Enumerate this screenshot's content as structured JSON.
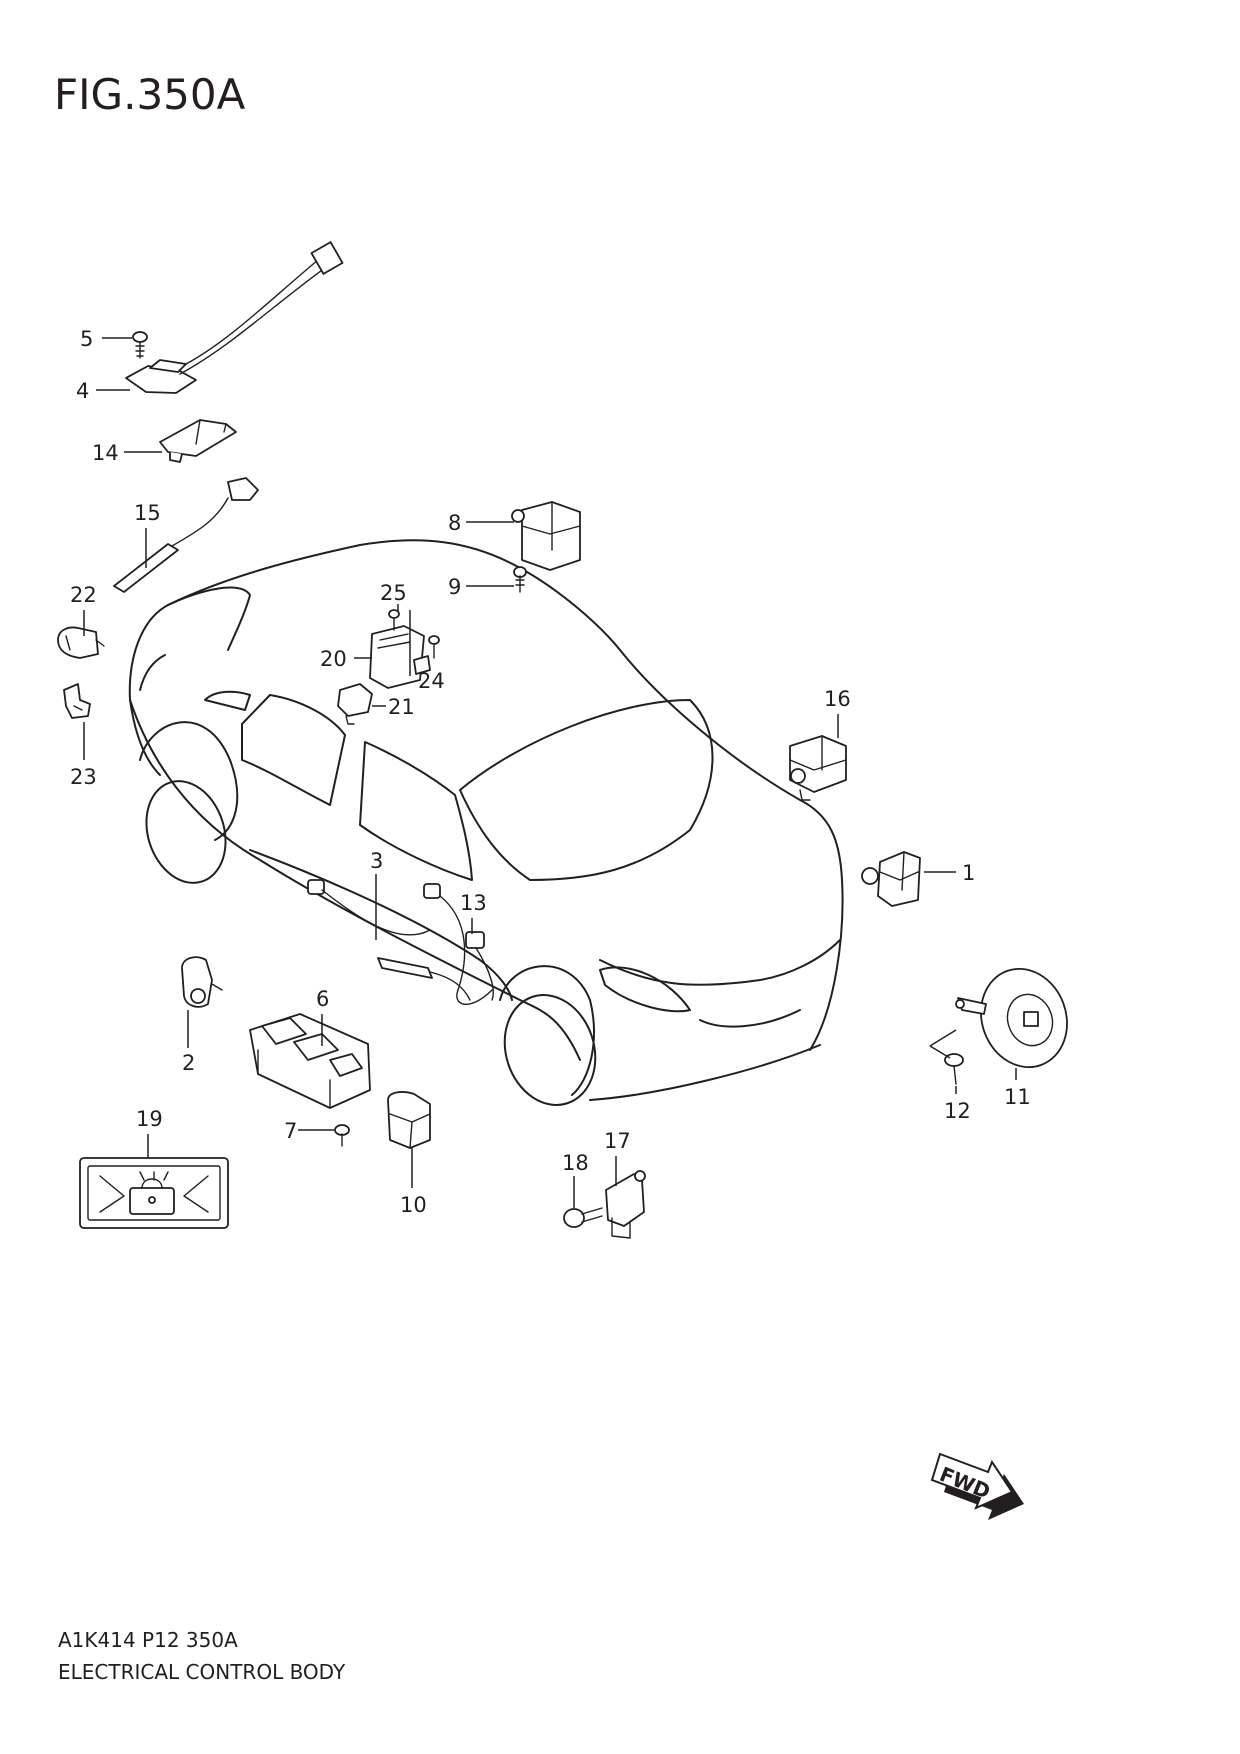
{
  "figure": {
    "title": "FIG.350A",
    "code": "A1K414 P12 350A",
    "name": "ELECTRICAL CONTROL BODY"
  },
  "direction_label": "FWD",
  "callouts": [
    {
      "id": "c1",
      "label": "1"
    },
    {
      "id": "c2",
      "label": "2"
    },
    {
      "id": "c3",
      "label": "3"
    },
    {
      "id": "c4",
      "label": "4"
    },
    {
      "id": "c5",
      "label": "5"
    },
    {
      "id": "c6",
      "label": "6"
    },
    {
      "id": "c7",
      "label": "7"
    },
    {
      "id": "c8",
      "label": "8"
    },
    {
      "id": "c9",
      "label": "9"
    },
    {
      "id": "c10",
      "label": "10"
    },
    {
      "id": "c11",
      "label": "11"
    },
    {
      "id": "c12",
      "label": "12"
    },
    {
      "id": "c13",
      "label": "13"
    },
    {
      "id": "c14",
      "label": "14"
    },
    {
      "id": "c15",
      "label": "15"
    },
    {
      "id": "c16",
      "label": "16"
    },
    {
      "id": "c17",
      "label": "17"
    },
    {
      "id": "c18",
      "label": "18"
    },
    {
      "id": "c19",
      "label": "19"
    },
    {
      "id": "c20",
      "label": "20"
    },
    {
      "id": "c21",
      "label": "21"
    },
    {
      "id": "c22",
      "label": "22"
    },
    {
      "id": "c23",
      "label": "23"
    },
    {
      "id": "c24",
      "label": "24"
    },
    {
      "id": "c25",
      "label": "25"
    }
  ]
}
